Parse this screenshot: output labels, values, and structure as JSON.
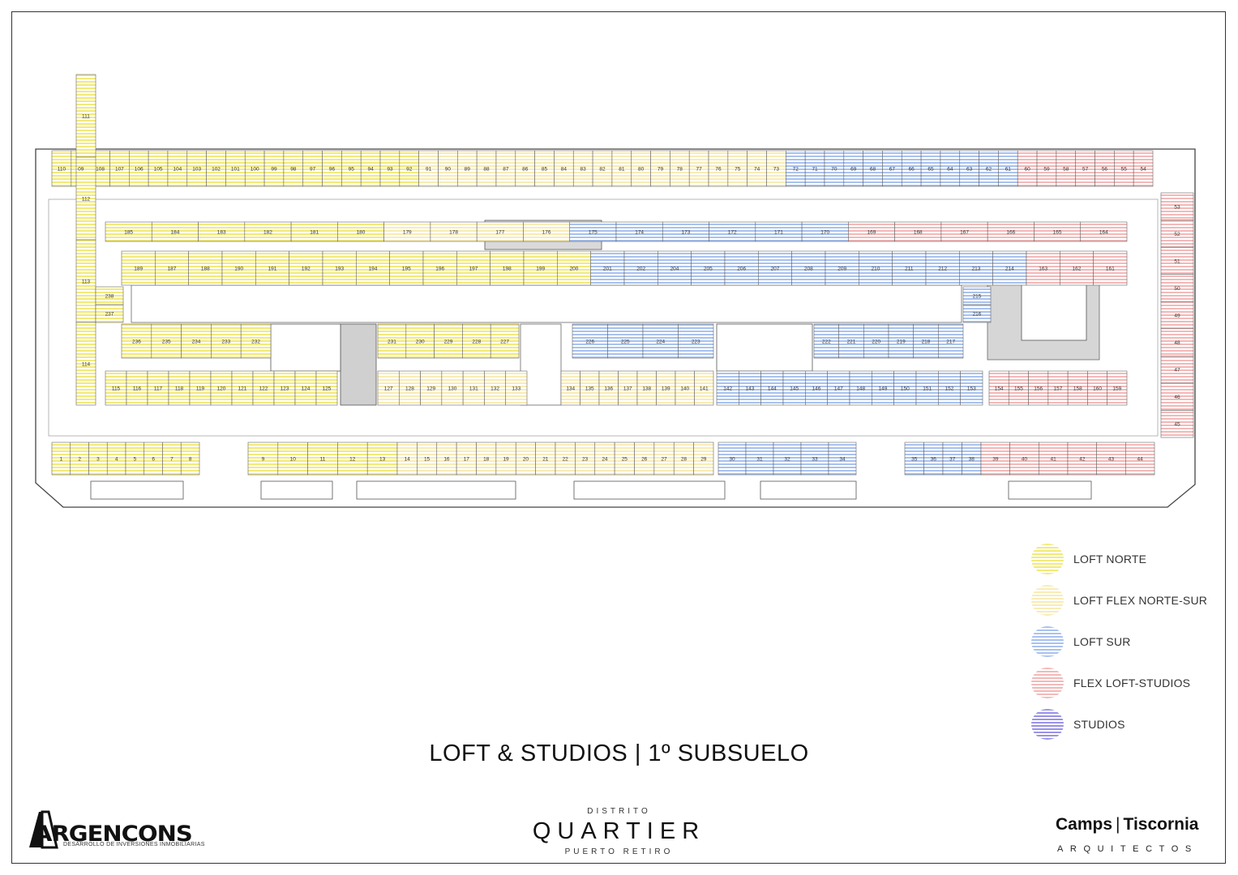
{
  "title": "LOFT & STUDIOS | 1º SUBSUELO",
  "colors": {
    "loft_norte": "#f2ea7a",
    "loft_flex_norte_sur": "#f8ecb6",
    "loft_sur": "#a9c2ef",
    "flex_loft_studios": "#f3b9b9",
    "studios": "#9a92e8",
    "corridor": "#ffffff",
    "core": "#cfcfcf",
    "line": "#555555"
  },
  "legend": [
    {
      "key": "loft_norte",
      "label": "LOFT NORTE"
    },
    {
      "key": "loft_flex_norte_sur",
      "label": "LOFT FLEX NORTE-SUR"
    },
    {
      "key": "loft_sur",
      "label": "LOFT SUR"
    },
    {
      "key": "flex_loft_studios",
      "label": "FLEX LOFT-STUDIOS"
    },
    {
      "key": "studios",
      "label": "STUDIOS"
    }
  ],
  "units": {
    "top_row": [
      "110",
      "09",
      "108",
      "107",
      "106",
      "105",
      "104",
      "103",
      "102",
      "101",
      "100",
      "99",
      "98",
      "97",
      "96",
      "95",
      "94",
      "93",
      "92",
      "91",
      "90",
      "89",
      "88",
      "87",
      "86",
      "85",
      "84",
      "83",
      "82",
      "81",
      "80",
      "79",
      "78",
      "77",
      "76",
      "75",
      "74",
      "73",
      "72",
      "71",
      "70",
      "69",
      "68",
      "67",
      "66",
      "65",
      "64",
      "63",
      "62",
      "61",
      "60",
      "59",
      "58",
      "57",
      "56",
      "55",
      "54"
    ],
    "right_column": [
      "53",
      "52",
      "51",
      "50",
      "49",
      "48",
      "47",
      "46",
      "45"
    ],
    "inner_top": [
      "185",
      "184",
      "183",
      "182",
      "181",
      "180",
      "179",
      "178",
      "177",
      "176",
      "175",
      "174",
      "173",
      "172",
      "171",
      "170",
      "169",
      "168",
      "167",
      "166",
      "165",
      "164"
    ],
    "inner_mid": [
      "189",
      "187",
      "188",
      "190",
      "191",
      "192",
      "193",
      "194",
      "195",
      "196",
      "197",
      "198",
      "199",
      "200",
      "201",
      "202",
      "204",
      "205",
      "206",
      "207",
      "208",
      "209",
      "210",
      "211",
      "212",
      "213",
      "214",
      "163",
      "162",
      "161"
    ],
    "left_column": [
      "111",
      "112",
      "113",
      "114"
    ],
    "south_inner": [
      "236",
      "235",
      "234",
      "233",
      "232",
      "231",
      "230",
      "229",
      "228",
      "227",
      "226",
      "225",
      "224",
      "223",
      "222",
      "221",
      "220",
      "219",
      "218",
      "217",
      "215",
      "216",
      "238",
      "237"
    ],
    "south_row": [
      "115",
      "116",
      "117",
      "118",
      "119",
      "120",
      "121",
      "122",
      "123",
      "124",
      "125",
      "127",
      "128",
      "129",
      "130",
      "131",
      "132",
      "133",
      "134",
      "135",
      "136",
      "137",
      "138",
      "139",
      "140",
      "141",
      "142",
      "143",
      "144",
      "145",
      "146",
      "147",
      "148",
      "149",
      "150",
      "151",
      "152",
      "153",
      "154",
      "155",
      "156",
      "157",
      "158",
      "160",
      "159"
    ],
    "bottom_row": [
      "1",
      "2",
      "3",
      "4",
      "5",
      "6",
      "7",
      "8",
      "9",
      "10",
      "11",
      "12",
      "13",
      "14",
      "15",
      "16",
      "17",
      "18",
      "19",
      "20",
      "21",
      "22",
      "23",
      "24",
      "25",
      "26",
      "27",
      "28",
      "29",
      "30",
      "31",
      "32",
      "33",
      "34",
      "35",
      "36",
      "37",
      "38",
      "39",
      "40",
      "41",
      "42",
      "43",
      "44"
    ]
  },
  "logos": {
    "argencons": {
      "name": "ARGENCONS",
      "tagline": "DESARROLLO DE INVERSIONES INMOBILIARIAS"
    },
    "quartier": {
      "top": "DISTRITO",
      "main": "QUARTIER",
      "bottom": "PUERTO RETIRO"
    },
    "camps": {
      "left": "Camps",
      "right": "Tiscornia",
      "sub": "ARQUITECTOS"
    }
  }
}
